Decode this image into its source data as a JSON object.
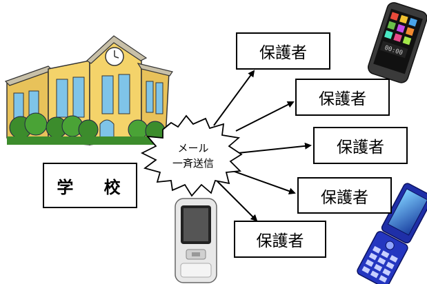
{
  "diagram": {
    "school_label": "学 校",
    "burst": {
      "line1": "メール",
      "line2": "一斉送信"
    },
    "guardians": [
      {
        "label": "保護者"
      },
      {
        "label": "保護者"
      },
      {
        "label": "保護者"
      },
      {
        "label": "保護者"
      },
      {
        "label": "保護者"
      }
    ],
    "phones": [
      {
        "icon": "smartphone-icon"
      },
      {
        "icon": "flip-phone-icon"
      },
      {
        "icon": "bar-phone-icon"
      }
    ],
    "colors": {
      "school_wall": "#F4D36A",
      "school_roof": "#C8C0A8",
      "window_blue": "#7FC4E8",
      "tree_green": "#3C8C2C",
      "flip_phone_blue": "#1F2FA8",
      "arrow": "#000000"
    }
  }
}
